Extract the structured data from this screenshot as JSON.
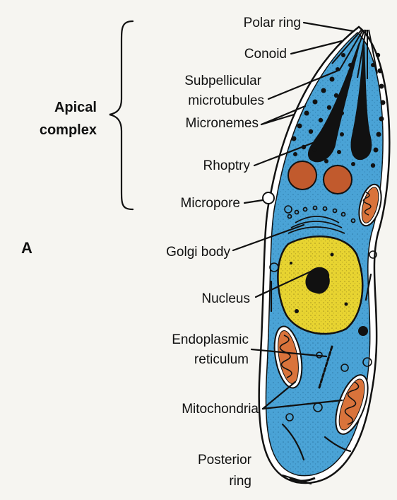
{
  "figure_letter": "A",
  "bracket_label": [
    "Apical",
    "complex"
  ],
  "labels": {
    "polar_ring": "Polar ring",
    "conoid": "Conoid",
    "subpellicular_microtubules": [
      "Subpellicular",
      "microtubules"
    ],
    "micronemes": "Micronemes",
    "rhoptry": "Rhoptry",
    "micropore": "Micropore",
    "golgi_body": "Golgi body",
    "nucleus": "Nucleus",
    "endoplasmic_reticulum": [
      "Endoplasmic",
      "reticulum"
    ],
    "mitochondria": "Mitochondria",
    "posterior_ring": [
      "Posterior",
      "ring"
    ]
  },
  "colors": {
    "cytoplasm": "#4aa3d6",
    "nucleus": "#e8d431",
    "mitochondria": "#d9733b",
    "organelle_dark": "#111111"
  }
}
